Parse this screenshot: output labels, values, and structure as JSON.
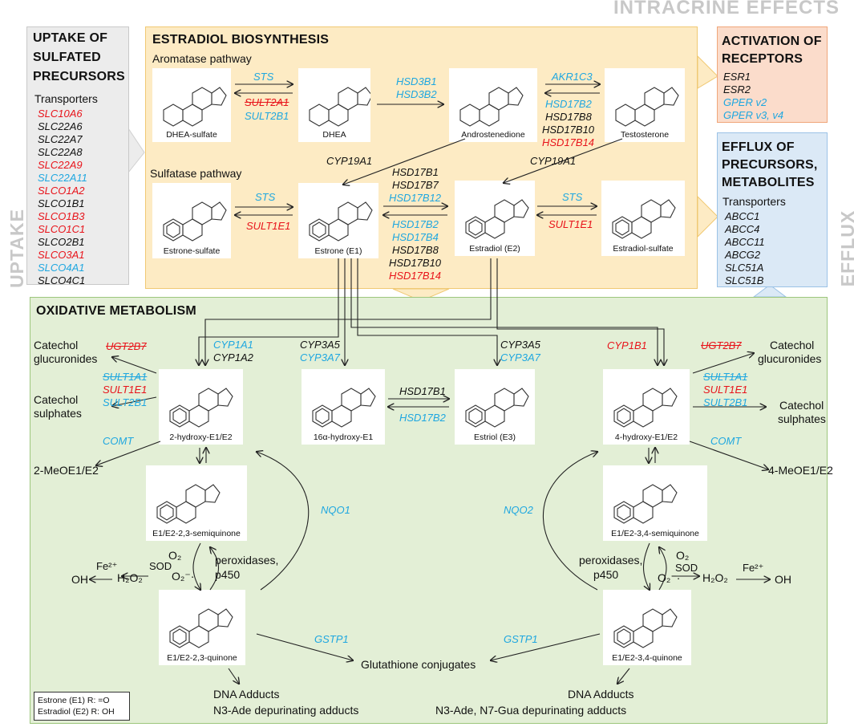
{
  "side_labels": {
    "intracrine": "INTRACRINE EFFECTS",
    "uptake": "UPTAKE",
    "efflux": "EFFLUX"
  },
  "uptake": {
    "title_lines": [
      "UPTAKE OF",
      "SULFATED",
      "PRECURSORS"
    ],
    "subtitle": "Transporters",
    "items": [
      {
        "name": "SLC10A6",
        "color": "red"
      },
      {
        "name": "SLC22A6",
        "color": "black"
      },
      {
        "name": "SLC22A7",
        "color": "black"
      },
      {
        "name": "SLC22A8",
        "color": "black"
      },
      {
        "name": "SLC22A9",
        "color": "red"
      },
      {
        "name": "SLC22A11",
        "color": "blue"
      },
      {
        "name": "SLCO1A2",
        "color": "red"
      },
      {
        "name": "SLCO1B1",
        "color": "black"
      },
      {
        "name": "SLCO1B3",
        "color": "red"
      },
      {
        "name": "SLCO1C1",
        "color": "red"
      },
      {
        "name": "SLCO2B1",
        "color": "black"
      },
      {
        "name": "SLCO3A1",
        "color": "red"
      },
      {
        "name": "SLCO4A1",
        "color": "blue"
      },
      {
        "name": "SLCO4C1",
        "color": "black"
      }
    ]
  },
  "biosynthesis": {
    "title": "ESTRADIOL BIOSYNTHESIS",
    "aromatase": "Aromatase pathway",
    "sulfatase": "Sulfatase pathway"
  },
  "activation": {
    "title_lines": [
      "ACTIVATION OF",
      "RECEPTORS"
    ],
    "items": [
      {
        "name": "ESR1",
        "color": "black"
      },
      {
        "name": "ESR2",
        "color": "black"
      },
      {
        "name": "GPER v2",
        "color": "blue"
      },
      {
        "name": "GPER v3, v4",
        "color": "blue"
      }
    ]
  },
  "efflux": {
    "title_lines": [
      "EFFLUX OF",
      "PRECURSORS,",
      "METABOLITES"
    ],
    "subtitle": "Transporters",
    "items": [
      "ABCC1",
      "ABCC4",
      "ABCC11",
      "ABCG2",
      "SLC51A",
      "SLC51B"
    ]
  },
  "oxidative": {
    "title": "OXIDATIVE METABOLISM"
  },
  "molecules": {
    "dheas": "DHEA-sulfate",
    "dhea": "DHEA",
    "andro": "Androstenedione",
    "testo": "Testosterone",
    "e1s": "Estrone-sulfate",
    "e1": "Estrone (E1)",
    "e2": "Estradiol (E2)",
    "e2s": "Estradiol-sulfate",
    "oh2": "2-hydroxy-E1/E2",
    "oh16": "16α-hydroxy-E1",
    "e3": "Estriol (E3)",
    "oh4": "4-hydroxy-E1/E2",
    "sq23": "E1/E2-2,3-semiquinone",
    "sq34": "E1/E2-3,4-semiquinone",
    "q23": "E1/E2-2,3-quinone",
    "q34": "E1/E2-3,4-quinone"
  },
  "enzymes": {
    "sts": "STS",
    "sult2a1": "SULT2A1",
    "sult2b1": "SULT2B1",
    "hsd3b1": "HSD3B1",
    "hsd3b2": "HSD3B2",
    "akr1c3": "AKR1C3",
    "hsd17b2": "HSD17B2",
    "hsd17b8": "HSD17B8",
    "hsd17b10": "HSD17B10",
    "hsd17b14": "HSD17B14",
    "cyp19a1": "CYP19A1",
    "sult1e1": "SULT1E1",
    "hsd17b1": "HSD17B1",
    "hsd17b7": "HSD17B7",
    "hsd17b12": "HSD17B12",
    "hsd17b4": "HSD17B4",
    "cyp1a1": "CYP1A1",
    "cyp1a2": "CYP1A2",
    "cyp3a5": "CYP3A5",
    "cyp3a7": "CYP3A7",
    "cyp1b1": "CYP1B1",
    "ugt2b7": "UGT2B7",
    "sult1a1": "SULT1A1",
    "comt": "COMT",
    "nqo1": "NQO1",
    "nqo2": "NQO2",
    "gstp1": "GSTP1"
  },
  "products": {
    "cat_gluc_1": "Catechol",
    "cat_gluc_2": "glucuronides",
    "cat_sulf_1": "Catechol",
    "cat_sulf_2": "sulphates",
    "meo2": "2-MeOE1/E2",
    "meo4": "4-MeOE1/E2",
    "gsh": "Glutathione conjugates",
    "dna": "DNA Adducts",
    "dna_left": "N3-Ade depurinating adducts",
    "dna_right": "N3-Ade, N7-Gua depurinating adducts"
  },
  "redox": {
    "o2": "O₂",
    "o2rad": "O₂⁻·",
    "h2o2": "H₂O₂",
    "oh": "OH",
    "fe": "Fe²⁺",
    "sod": "SOD",
    "perox1": "peroxidases,",
    "perox2": "p450"
  },
  "legend": {
    "line1": "Estrone (E1) R: =O",
    "line2": "Estradiol (E2) R: OH"
  },
  "colors": {
    "yellow_bg": "#fdebc4",
    "green_bg": "#e3efd6",
    "gray_bg": "#ececec",
    "orange_bg": "#fbdccb",
    "blue_bg": "#dbe9f6",
    "blue_text": "#1fa7e0",
    "red_text": "#e8141b"
  }
}
